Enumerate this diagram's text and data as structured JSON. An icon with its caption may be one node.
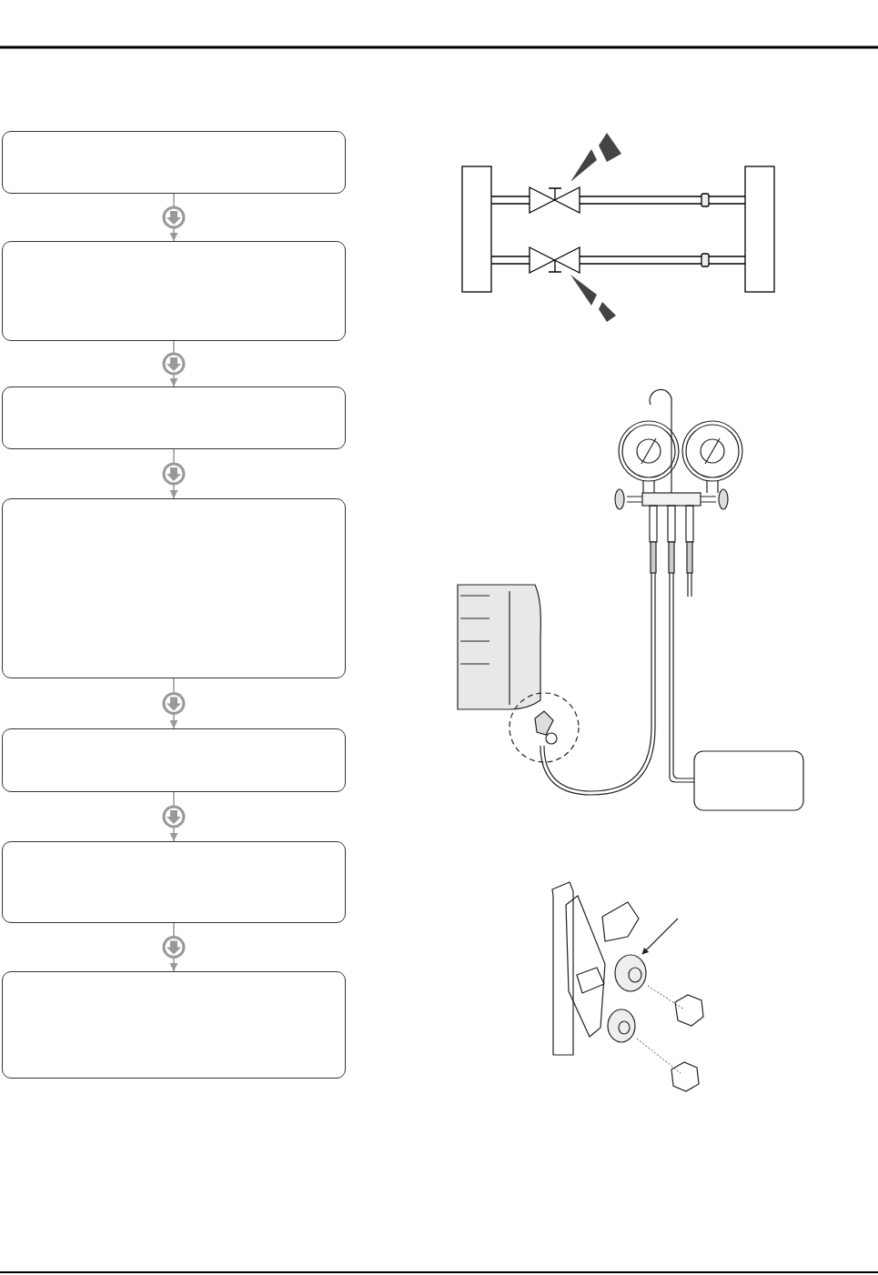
{
  "diagram": {
    "nodes": [
      {
        "text": [],
        "shape": "box"
      },
      {
        "text": [],
        "shape": "box"
      },
      {
        "text": [],
        "shape": "box"
      },
      {
        "text": [],
        "shape": "box"
      },
      {
        "text": [],
        "shape": "box"
      },
      {
        "text": [],
        "shape": "box"
      },
      {
        "text": [],
        "shape": "box"
      }
    ],
    "edges": [
      {
        "from": 0,
        "to": 1,
        "arrow": "to"
      },
      {
        "from": 1,
        "to": 2,
        "arrow": "to"
      },
      {
        "from": 2,
        "to": 3,
        "arrow": "to"
      },
      {
        "from": 3,
        "to": 4,
        "arrow": "to"
      },
      {
        "from": 4,
        "to": 5,
        "arrow": "to"
      },
      {
        "from": 5,
        "to": 6,
        "arrow": "to"
      }
    ]
  }
}
